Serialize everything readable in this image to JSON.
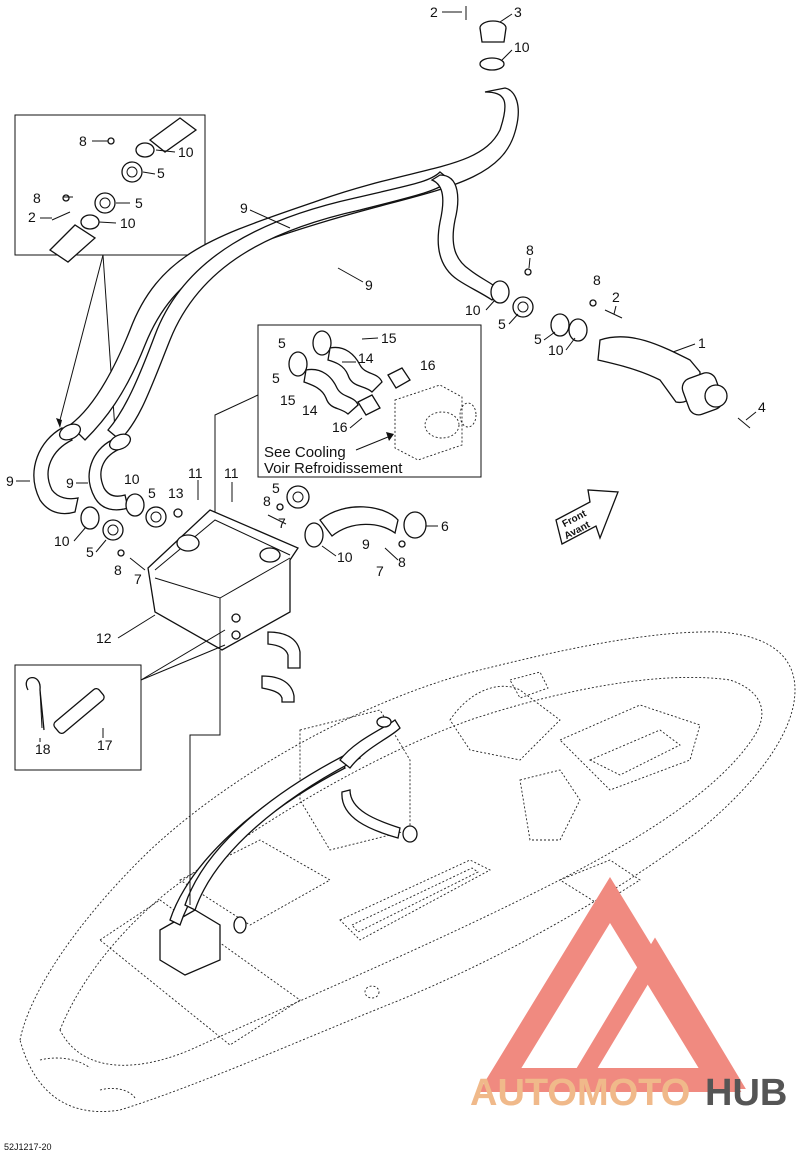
{
  "diagram": {
    "reference_code": "52J1217-20",
    "note_cooling_en": "See Cooling",
    "note_cooling_fr": "Voir Refroidissement",
    "direction_en": "Front",
    "direction_fr": "Avant",
    "callouts": {
      "n1": "1",
      "n2": "2",
      "n3": "3",
      "n4": "4",
      "n5": "5",
      "n6": "6",
      "n7": "7",
      "n8": "8",
      "n9": "9",
      "n10": "10",
      "n11": "11",
      "n12": "12",
      "n13": "13",
      "n14": "14",
      "n15": "15",
      "n16": "16",
      "n17": "17",
      "n18": "18"
    }
  },
  "watermark": {
    "brand_part1": "AUTOMOTO",
    "brand_part2": "HUB",
    "logo_color": "#f08a80",
    "brand_color_1": "#f0b98a",
    "brand_color_2": "#555555"
  }
}
